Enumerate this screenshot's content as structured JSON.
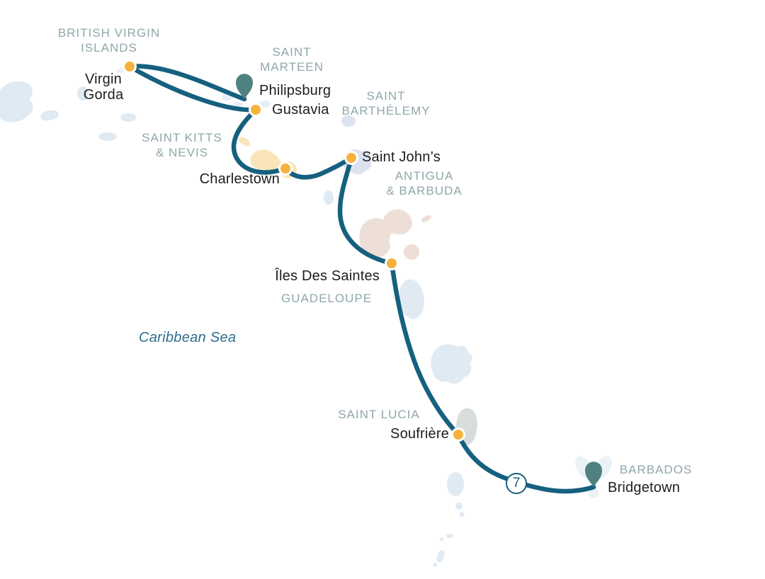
{
  "map": {
    "sea_label": "Caribbean Sea",
    "duration_badge": "7",
    "colors": {
      "route": "#16607F",
      "port_dot": "#F5B23C",
      "pin": "#4F8181",
      "country_label": "#8FA7AB",
      "city_label": "#1D1D1B",
      "sea_label_color": "#2E6E8C",
      "island_blue": "#DFEAF3",
      "island_lavender": "#DCE2F0",
      "island_peach": "#FAE5B8",
      "island_pink": "#EDDFD8",
      "island_gray": "#D6DDDA"
    },
    "regions": [
      {
        "label": "BRITISH VIRGIN\nISLANDS"
      },
      {
        "label": "SAINT\nMARTEEN"
      },
      {
        "label": "SAINT\nBARTHÉLEMY"
      },
      {
        "label": "SAINT KITTS\n& NEVIS"
      },
      {
        "label": "ANTIGUA\n& BARBUDA"
      },
      {
        "label": "GUADELOUPE"
      },
      {
        "label": "SAINT LUCIA"
      },
      {
        "label": "BARBADOS"
      }
    ],
    "ports": [
      {
        "name": "Philipsburg",
        "marker": "pin"
      },
      {
        "name": "Virgin\nGorda",
        "marker": "dot"
      },
      {
        "name": "Gustavia",
        "marker": "dot"
      },
      {
        "name": "Charlestown",
        "marker": "dot"
      },
      {
        "name": "Saint John’s",
        "marker": "dot"
      },
      {
        "name": "Îles Des Saintes",
        "marker": "dot"
      },
      {
        "name": "Soufrière",
        "marker": "dot"
      },
      {
        "name": "Bridgetown",
        "marker": "pin"
      }
    ]
  }
}
